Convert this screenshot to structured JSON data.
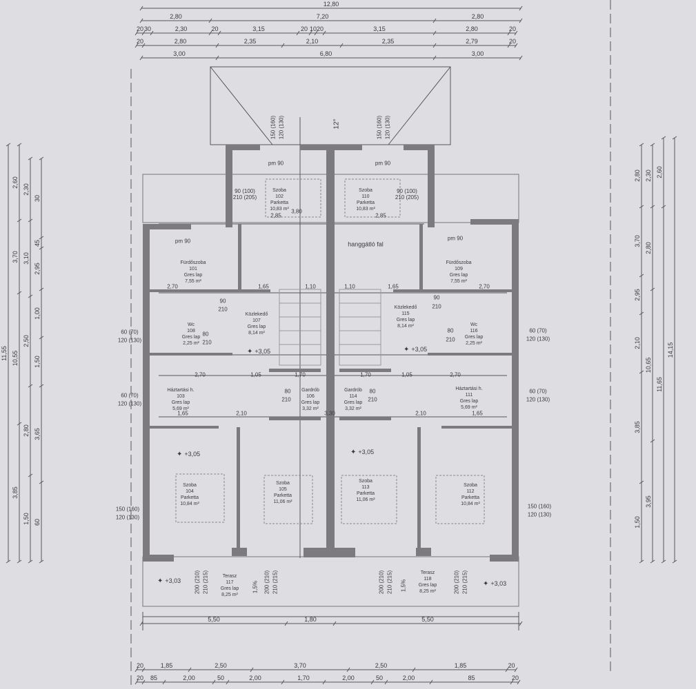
{
  "dimensions": {
    "top": [
      [
        "12,80"
      ],
      [
        "2,80",
        "7,20",
        "2,80"
      ],
      [
        "20",
        "30",
        "2,30",
        "20",
        "3,15",
        "20",
        "10",
        "20",
        "3,15",
        "2,80",
        "20"
      ],
      [
        "20",
        "2,80",
        "2,35",
        "2,10",
        "2,35",
        "2,79",
        "20"
      ],
      [
        "3,00",
        "6,80",
        "3,00"
      ]
    ],
    "terrace": [
      "5,50",
      "1,80",
      "5,50"
    ],
    "bottom": [
      [
        "20",
        "1,85",
        "2,50",
        "3,70",
        "2,50",
        "1,85",
        "20"
      ],
      [
        "20",
        "85",
        "2,00",
        "50",
        "2,00",
        "1,70",
        "2,00",
        "50",
        "2,00",
        "85",
        "20"
      ]
    ],
    "left": [
      [
        "11,55"
      ],
      [
        "2,60",
        "3,70",
        "10,55",
        "3,85"
      ],
      [
        "2,30",
        "3,10",
        "2,50",
        "2,80",
        "1,50"
      ],
      [
        "30",
        "45",
        "2,95",
        "1,00",
        "1,50",
        "3,65",
        "60"
      ]
    ],
    "right": [
      [
        "14,15"
      ],
      [
        "2,60",
        "11,65"
      ],
      [
        "2,30",
        "2,80",
        "10,65",
        "3,95"
      ],
      [
        "2,80",
        "3,70",
        "2,95",
        "2,10",
        "3,85",
        "1,50"
      ]
    ]
  },
  "rooms": [
    {
      "name": "Szoba",
      "number": "102",
      "floor": "Parketta",
      "area": "10,83 m²"
    },
    {
      "name": "Szoba",
      "number": "110",
      "floor": "Parketta",
      "area": "10,83 m²"
    },
    {
      "name": "Fürdőszoba",
      "number": "101",
      "floor": "Gres lap",
      "area": "7,55 m²"
    },
    {
      "name": "Fürdőszoba",
      "number": "109",
      "floor": "Gres lap",
      "area": "7,55 m²"
    },
    {
      "name": "Közlekedő",
      "number": "107",
      "floor": "Gres lap",
      "area": "8,14 m²"
    },
    {
      "name": "Közlekedő",
      "number": "115",
      "floor": "Gres lap",
      "area": "8,14 m²"
    },
    {
      "name": "Wc",
      "number": "108",
      "floor": "Gres lap",
      "area": "2,25 m²"
    },
    {
      "name": "Wc",
      "number": "116",
      "floor": "Gres lap",
      "area": "2,25 m²"
    },
    {
      "name": "Háztartási h.",
      "number": "103",
      "floor": "Gres lap",
      "area": "5,69 m²"
    },
    {
      "name": "Háztartási h.",
      "number": "111",
      "floor": "Gres lap",
      "area": "5,69 m²"
    },
    {
      "name": "Gardrób",
      "number": "106",
      "floor": "Gres lap",
      "area": "3,32 m²"
    },
    {
      "name": "Gardrób",
      "number": "114",
      "floor": "Gres lap",
      "area": "3,32 m²"
    },
    {
      "name": "Szoba",
      "number": "104",
      "floor": "Parketta",
      "area": "10,84 m²"
    },
    {
      "name": "Szoba",
      "number": "105",
      "floor": "Parketta",
      "area": "11,06 m²"
    },
    {
      "name": "Szoba",
      "number": "113",
      "floor": "Parketta",
      "area": "11,06 m²"
    },
    {
      "name": "Szoba",
      "number": "112",
      "floor": "Parketta",
      "area": "10,84 m²"
    },
    {
      "name": "Terasz",
      "number": "117",
      "floor": "Gres lap",
      "area": "8,25 m²"
    },
    {
      "name": "Terasz",
      "number": "118",
      "floor": "Gres lap",
      "area": "8,25 m²"
    }
  ],
  "elevations": [
    "+3,05",
    "+3,05",
    "+3,05",
    "+3,05",
    "+3,03",
    "+3,03"
  ],
  "annotations": {
    "wall": "hanggátló fal",
    "roof_pitch": "12°",
    "slope_left": "1,5%",
    "slope_right": "1,5%",
    "window": "pm 90",
    "door_upper": "90 (100)\n210 (205)",
    "window_side_a": "60 (70)",
    "window_side_b": "120 (130)",
    "window_side_c": "150 (160)",
    "terrace_door_a": "200 (210)",
    "terrace_door_b": "210 (215)",
    "roof_window_a": "150 (160)",
    "roof_window_b": "120 (130)",
    "door_90": "90",
    "door_80": "80",
    "door_210": "210",
    "inner_dims": [
      "2,85",
      "2,85",
      "2,70",
      "1,65",
      "1,10",
      "1,10",
      "1,65",
      "2,70",
      "2,70",
      "1,05",
      "1,70",
      "1,70",
      "1,05",
      "2,70",
      "1,65",
      "2,10",
      "2,10",
      "1,65",
      "3,80",
      "3,30"
    ]
  }
}
